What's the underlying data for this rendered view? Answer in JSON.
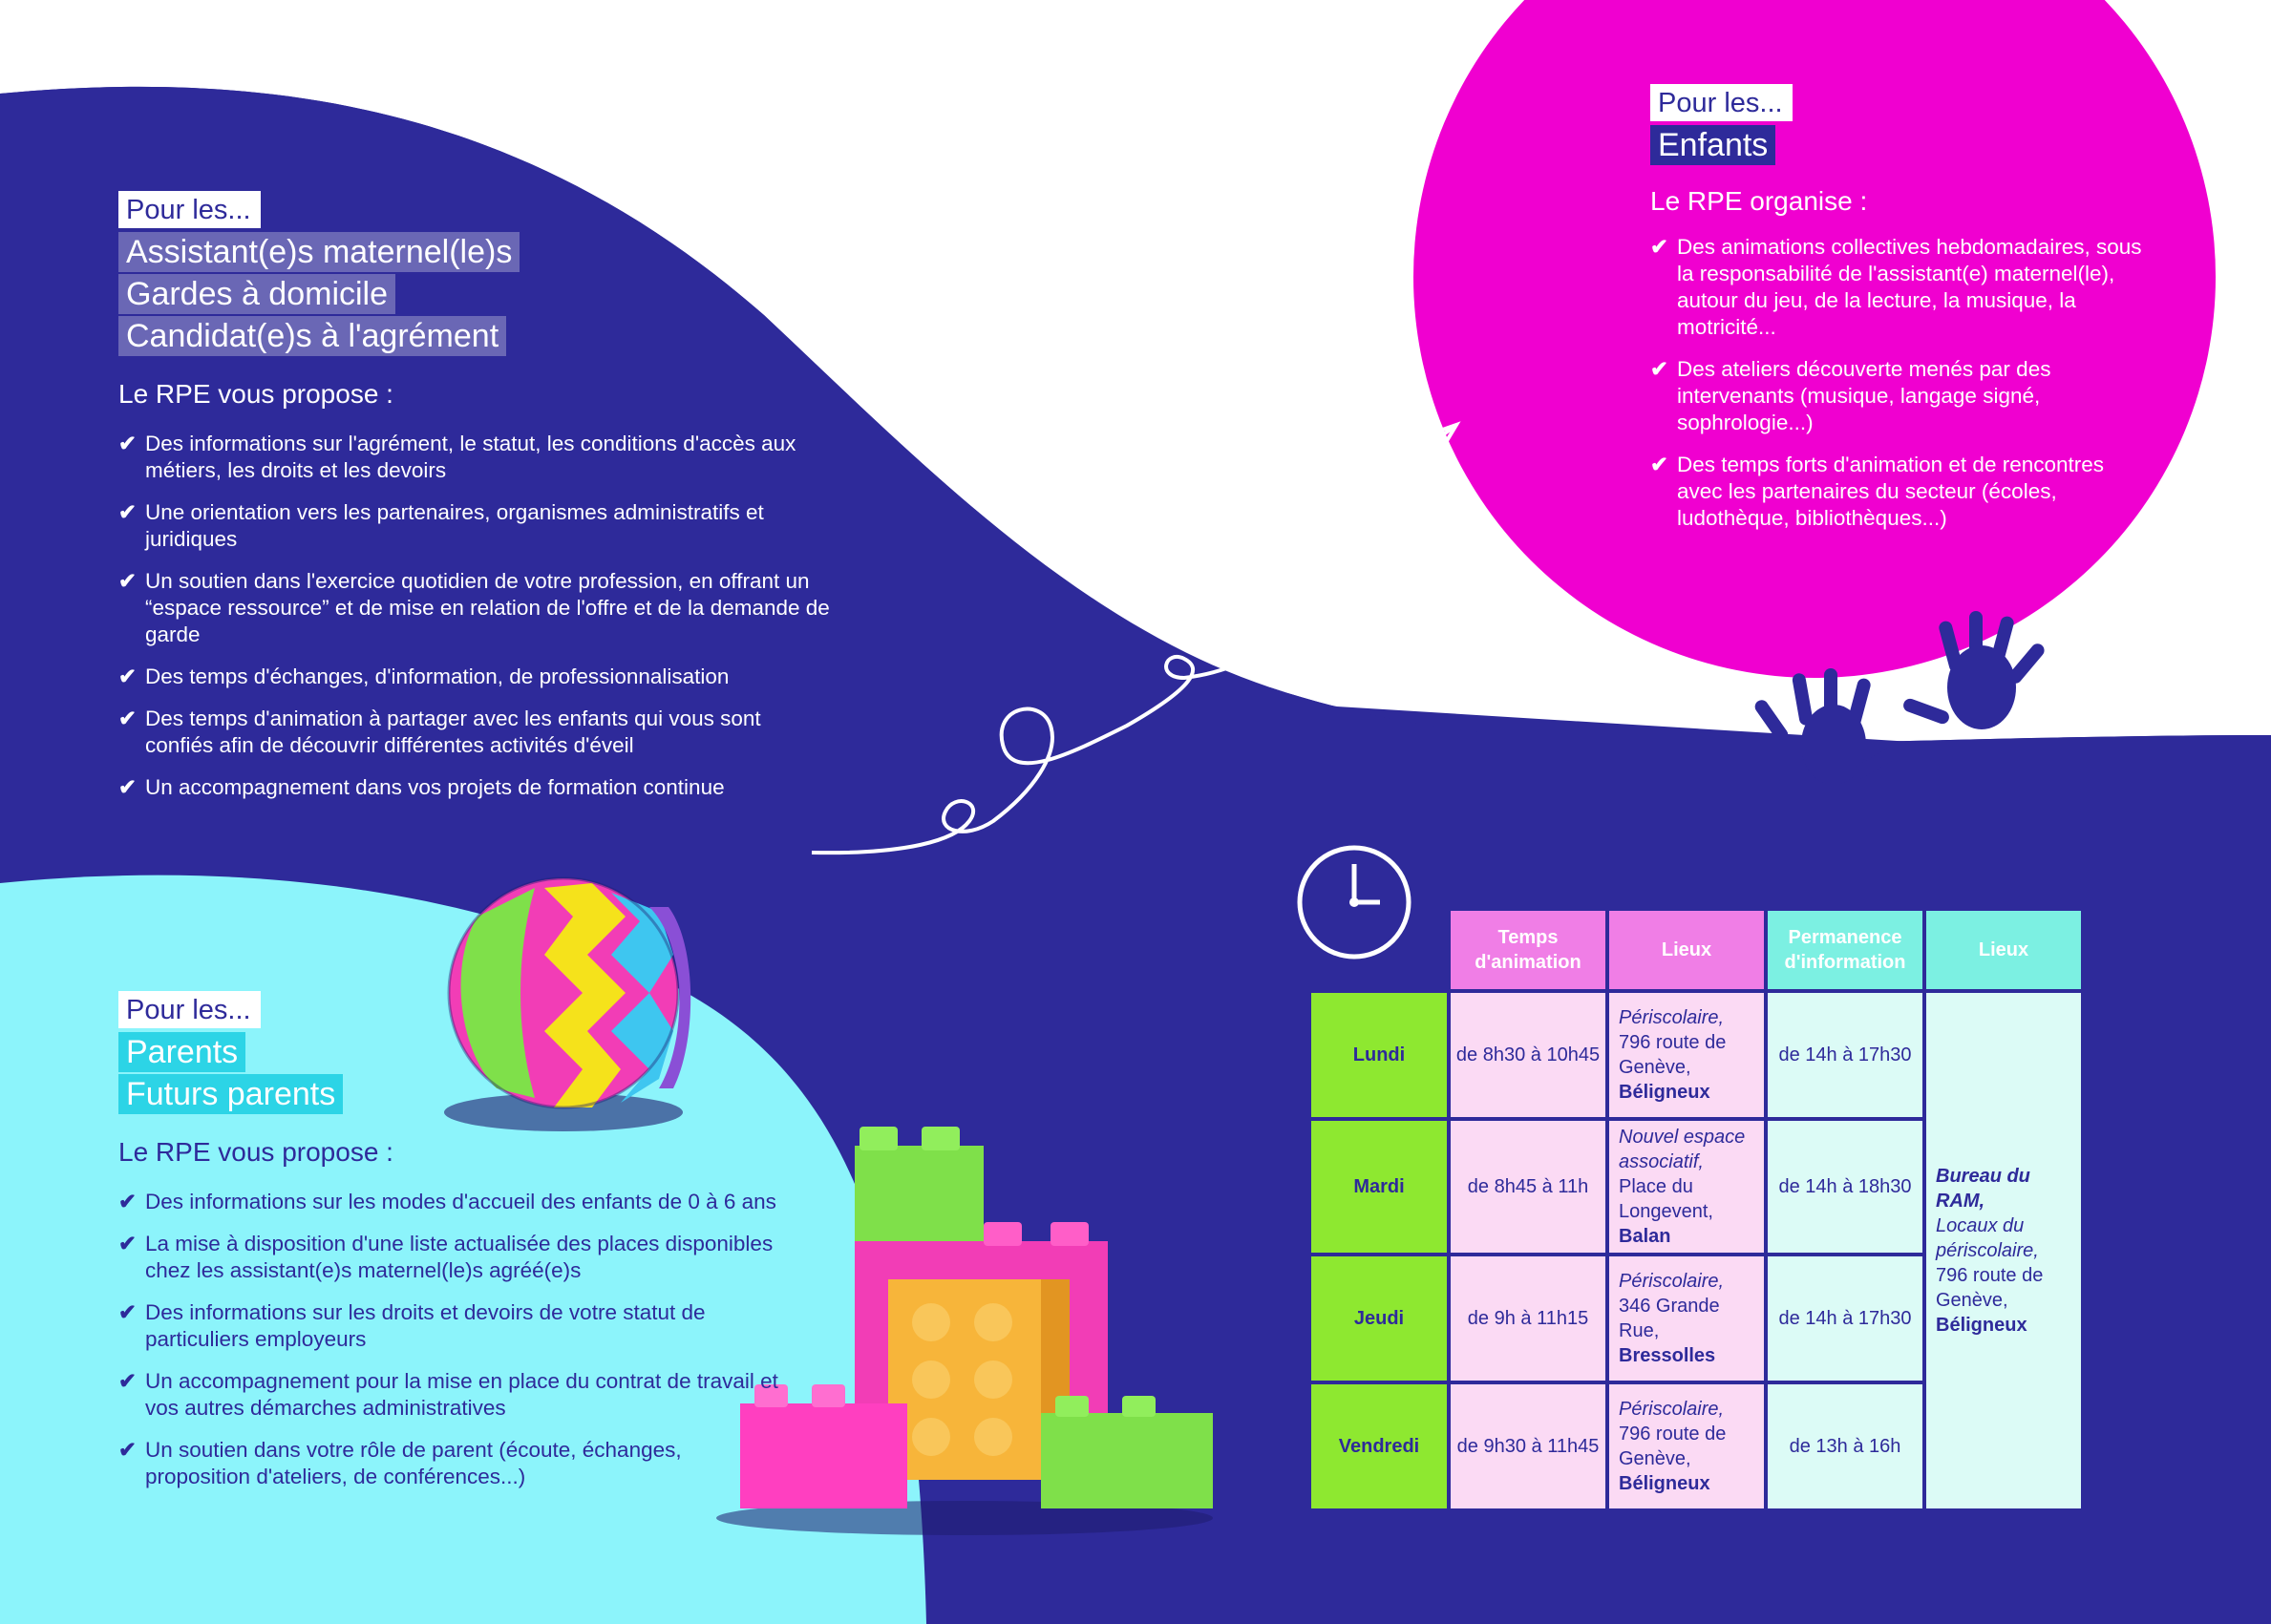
{
  "colors": {
    "navy": "#2e2a9a",
    "magenta": "#f000d0",
    "cyan": "#8cf4fb",
    "pink_header": "#f07ee6",
    "cyan_header": "#7cf0e2",
    "green_day": "#8ee830"
  },
  "assistants": {
    "tagline": "Pour les...",
    "headlines": [
      "Assistant(e)s maternel(le)s",
      "Gardes à domicile",
      "Candidat(e)s à l'agrément"
    ],
    "intro": "Le RPE vous propose :",
    "items": [
      "Des informations sur l'agrément, le statut, les conditions d'accès aux métiers, les droits et les devoirs",
      "Une orientation vers les partenaires, organismes administratifs et juridiques",
      "Un soutien dans l'exercice quotidien de votre profession, en offrant un “espace ressource” et de mise en relation de l'offre et de la demande de garde",
      "Des temps d'échanges, d'information, de professionnalisation",
      "Des temps d'animation à partager avec les enfants qui vous sont confiés afin de découvrir différentes activités d'éveil",
      "Un accompagnement dans vos projets de formation continue"
    ]
  },
  "enfants": {
    "tagline": "Pour les...",
    "headline": "Enfants",
    "intro": "Le RPE organise :",
    "items": [
      "Des animations collectives hebdomadaires, sous la responsabilité de l'assistant(e) maternel(le), autour du jeu, de la lecture, la musique, la motricité...",
      "Des ateliers découverte menés par des intervenants (musique, langage signé, sophrologie...)",
      "Des temps forts d'animation et de rencontres avec les partenaires du secteur (écoles, ludothèque, bibliothèques...)"
    ]
  },
  "parents": {
    "tagline": "Pour les...",
    "headlines": [
      "Parents",
      "Futurs parents"
    ],
    "intro": "Le RPE vous propose :",
    "items": [
      "Des informations sur les modes d'accueil des enfants de 0 à 6 ans",
      "La mise à disposition d'une liste actualisée des places disponibles chez les assistant(e)s maternel(le)s agréé(e)s",
      "Des informations sur les droits et devoirs de votre statut de particuliers employeurs",
      "Un accompagnement pour la mise en place du contrat de travail et vos autres démarches administratives",
      "Un soutien dans votre rôle de parent (écoute, échanges, proposition d'ateliers, de conférences...)"
    ]
  },
  "schedule": {
    "headers": [
      "Temps d'animation",
      "Lieux",
      "Permanence d'information",
      "Lieux"
    ],
    "rows": [
      {
        "day": "Lundi",
        "time": "de 8h30 à 10h45",
        "place_it": "Périscolaire,",
        "place": "796 route de Genève,",
        "place_bold": "Béligneux",
        "perm": "de 14h à 17h30"
      },
      {
        "day": "Mardi",
        "time": "de 8h45 à 11h",
        "place_it": "Nouvel espace associatif,",
        "place": "Place du Longevent,",
        "place_bold": "Balan",
        "perm": "de 14h à 18h30"
      },
      {
        "day": "Jeudi",
        "time": "de 9h à 11h15",
        "place_it": "Périscolaire,",
        "place": "346 Grande Rue,",
        "place_bold": "Bressolles",
        "perm": "de 14h à 17h30"
      },
      {
        "day": "Vendredi",
        "time": "de 9h30 à 11h45",
        "place_it": "Périscolaire,",
        "place": "796 route de Genève,",
        "place_bold": "Béligneux",
        "perm": "de 13h à 16h"
      }
    ],
    "perm_place": {
      "bold_italic": "Bureau du RAM,",
      "italic": "Locaux du périscolaire,",
      "plain": "796 route de Genève,",
      "bold": "Béligneux"
    }
  },
  "icons": [
    "paper-plane-icon",
    "clock-icon",
    "handprint-icon",
    "ball-icon",
    "building-blocks-icon",
    "check-icon"
  ]
}
